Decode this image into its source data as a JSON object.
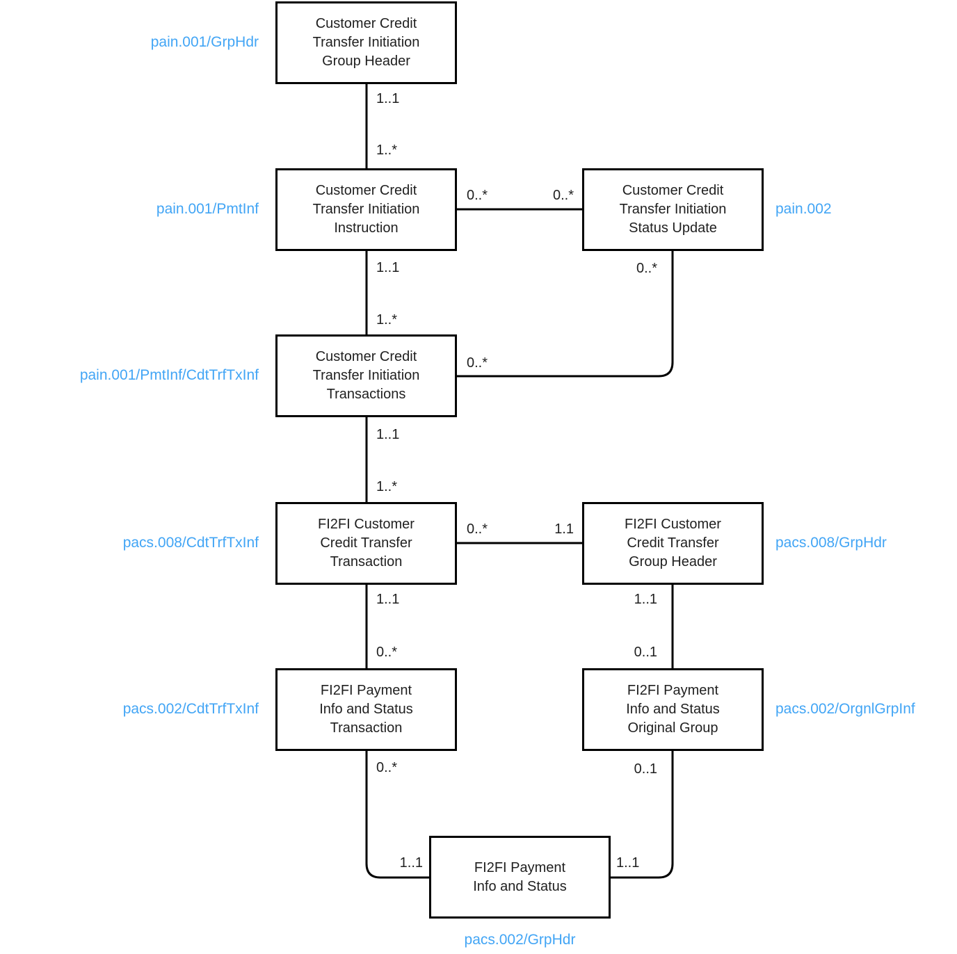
{
  "colors": {
    "tag_blue": "#42A5F5",
    "line_black": "#000000",
    "background": "#ffffff"
  },
  "nodes": [
    {
      "id": "pain001-grphdr",
      "lines": [
        "Customer Credit",
        "Transfer Initiation",
        "Group Header"
      ],
      "tag": "pain.001/GrpHdr"
    },
    {
      "id": "pain001-pmtinf",
      "lines": [
        "Customer Credit",
        "Transfer Initiation",
        "Instruction"
      ],
      "tag": "pain.001/PmtInf"
    },
    {
      "id": "pain002-status-update",
      "lines": [
        "Customer Credit",
        "Transfer Initiation",
        "Status Update"
      ],
      "tag": "pain.002"
    },
    {
      "id": "pain001-transactions",
      "lines": [
        "Customer Credit",
        "Transfer Initiation",
        "Transactions"
      ],
      "tag": "pain.001/PmtInf/CdtTrfTxInf"
    },
    {
      "id": "pacs008-transaction",
      "lines": [
        "FI2FI Customer",
        "Credit Transfer",
        "Transaction"
      ],
      "tag": "pacs.008/CdtTrfTxInf"
    },
    {
      "id": "pacs008-grphdr",
      "lines": [
        "FI2FI Customer",
        "Credit Transfer",
        "Group Header"
      ],
      "tag": "pacs.008/GrpHdr"
    },
    {
      "id": "pacs002-transaction",
      "lines": [
        "FI2FI Payment",
        "Info and Status",
        "Transaction"
      ],
      "tag": "pacs.002/CdtTrfTxInf"
    },
    {
      "id": "pacs002-orgnlgrp",
      "lines": [
        "FI2FI Payment",
        "Info and Status",
        "Original Group"
      ],
      "tag": "pacs.002/OrgnlGrpInf"
    },
    {
      "id": "pacs002-grphdr",
      "lines": [
        "FI2FI Payment",
        "Info and Status"
      ],
      "tag": "pacs.002/GrpHdr"
    }
  ],
  "edges": {
    "grphdr_to_pmtinf": {
      "start": "1..1",
      "end": "1..*"
    },
    "pmtinf_to_statusupdate": {
      "start": "0..*",
      "end": "0..*"
    },
    "statusupdate_to_transactions": {
      "start": "0..*",
      "end": "0..*"
    },
    "pmtinf_to_transactions": {
      "start": "1..1",
      "end": "1..*"
    },
    "transactions_to_fi2fi_tx": {
      "start": "1..1",
      "end": "1..*"
    },
    "fi2fi_tx_to_fi2fi_grphdr": {
      "start": "0..*",
      "end": "1.1"
    },
    "fi2fi_tx_to_pmtstatus_tx": {
      "start": "1..1",
      "end": "0..*"
    },
    "fi2fi_grphdr_to_orgnlgrp": {
      "start": "1..1",
      "end": "0..1"
    },
    "pmtstatus_tx_to_pmtstatus": {
      "start": "0..*",
      "end": "1..1"
    },
    "orgnlgrp_to_pmtstatus": {
      "start": "0..1",
      "end": "1..1"
    }
  }
}
